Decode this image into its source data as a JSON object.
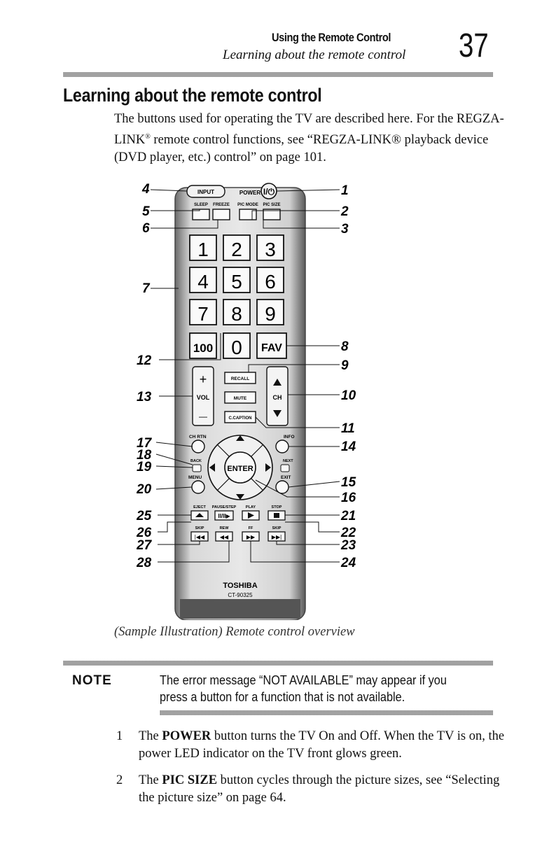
{
  "header": {
    "section": "Using the Remote Control",
    "subsection": "Learning about the remote control",
    "page_number": "37"
  },
  "heading": "Learning about the remote control",
  "intro": {
    "before_sup": "The buttons used for operating the TV are described here. For the REGZA-LINK",
    "sup": "®",
    "after_sup": " remote control functions, see “REGZA-LINK® playback device (DVD player, etc.) control” on page 101."
  },
  "remote": {
    "buttons": {
      "input": "INPUT",
      "power": "POWER",
      "sleep": "SLEEP",
      "freeze": "FREEZE",
      "picmode": "PIC MODE",
      "picsize": "PIC SIZE",
      "digits": [
        "1",
        "2",
        "3",
        "4",
        "5",
        "6",
        "7",
        "8",
        "9"
      ],
      "hundred": "100",
      "zero": "0",
      "fav": "FAV",
      "plus": "+",
      "vol": "VOL",
      "minus": "—",
      "recall": "RECALL",
      "mute": "MUTE",
      "ccaption": "C.CAPTION",
      "ch": "CH",
      "chrtn": "CH RTN",
      "info": "INFO",
      "back": "BACK",
      "next": "NEXT",
      "menu": "MENU",
      "exit": "EXIT",
      "enter": "ENTER",
      "eject": "EJECT",
      "pausestep": "PAUSE/STEP",
      "play": "PLAY",
      "stop": "STOP",
      "skip_back": "SKIP",
      "rew": "REW",
      "ff": "FF",
      "skip_fwd": "SKIP",
      "brand": "TOSHIBA",
      "model": "CT-90325"
    },
    "callouts_left": [
      "4",
      "5",
      "6",
      "7",
      "12",
      "13",
      "17",
      "18",
      "19",
      "20",
      "25",
      "26",
      "27",
      "28"
    ],
    "callouts_right": [
      "1",
      "2",
      "3",
      "8",
      "9",
      "10",
      "11",
      "14",
      "15",
      "16",
      "21",
      "22",
      "23",
      "24"
    ]
  },
  "caption": "(Sample Illustration) Remote control overview",
  "note": {
    "label": "NOTE",
    "text": "The error message “NOT AVAILABLE” may appear if you press a button for a function that is not available."
  },
  "items": [
    {
      "num": "1",
      "pre": "The ",
      "bold": "POWER",
      "post": " button turns the TV On and Off. When the TV is on, the power LED indicator on the TV front glows green."
    },
    {
      "num": "2",
      "pre": "The ",
      "bold": "PIC SIZE",
      "post": " button cycles through the picture sizes, see “Selecting the picture size” on page 64."
    }
  ]
}
